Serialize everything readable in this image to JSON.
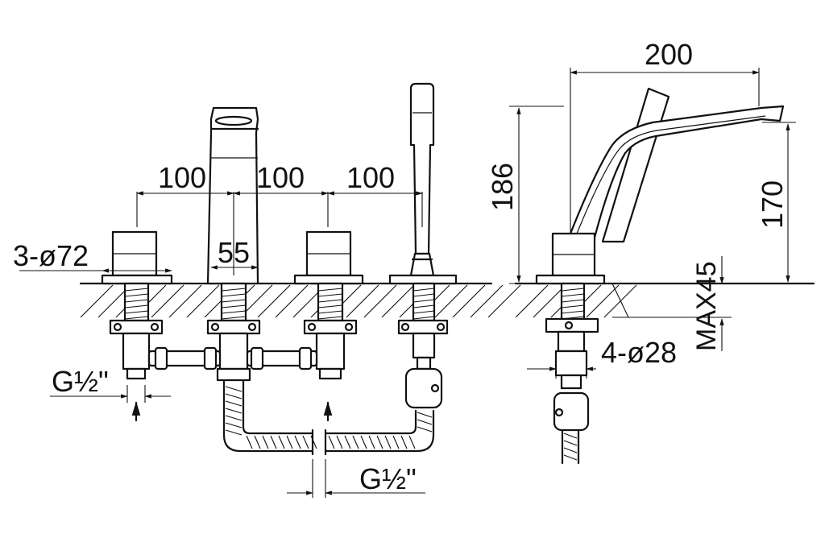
{
  "dimensions": {
    "spacing_1": "100",
    "spacing_2": "100",
    "spacing_3": "100",
    "inner_width": "55",
    "hole_diameter": "3-ø72",
    "thread_left": "G½\"",
    "thread_bottom": "G½\"",
    "spout_length": "200",
    "spout_height": "186",
    "outlet_height": "170",
    "max_deck": "MAX45",
    "connector": "4-ø28"
  },
  "colors": {
    "ink": "#111111",
    "background": "#ffffff"
  }
}
